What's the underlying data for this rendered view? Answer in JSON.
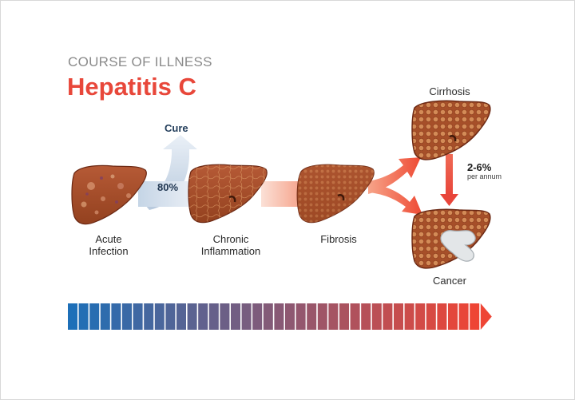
{
  "header": {
    "supertitle": "COURSE OF ILLNESS",
    "title": "Hepatitis C"
  },
  "cure": {
    "label": "Cure",
    "percent": "80%"
  },
  "stages": [
    {
      "line1": "Acute",
      "line2": "Infection"
    },
    {
      "line1": "Chronic",
      "line2": "Inflammation"
    },
    {
      "line1": "Fibrosis",
      "line2": ""
    },
    {
      "line1": "Cirrhosis",
      "line2": ""
    },
    {
      "line1": "Cancer",
      "line2": ""
    }
  ],
  "progression": {
    "rate": "2-6%",
    "rate_unit": "per annum"
  },
  "colors": {
    "title": "#e8473a",
    "liver_fill": "#a9502f",
    "liver_outline": "#6b2813",
    "cure_arrow": "#c9d8e8",
    "timeline_start": "#1d6fb8",
    "timeline_end": "#ee4535"
  }
}
